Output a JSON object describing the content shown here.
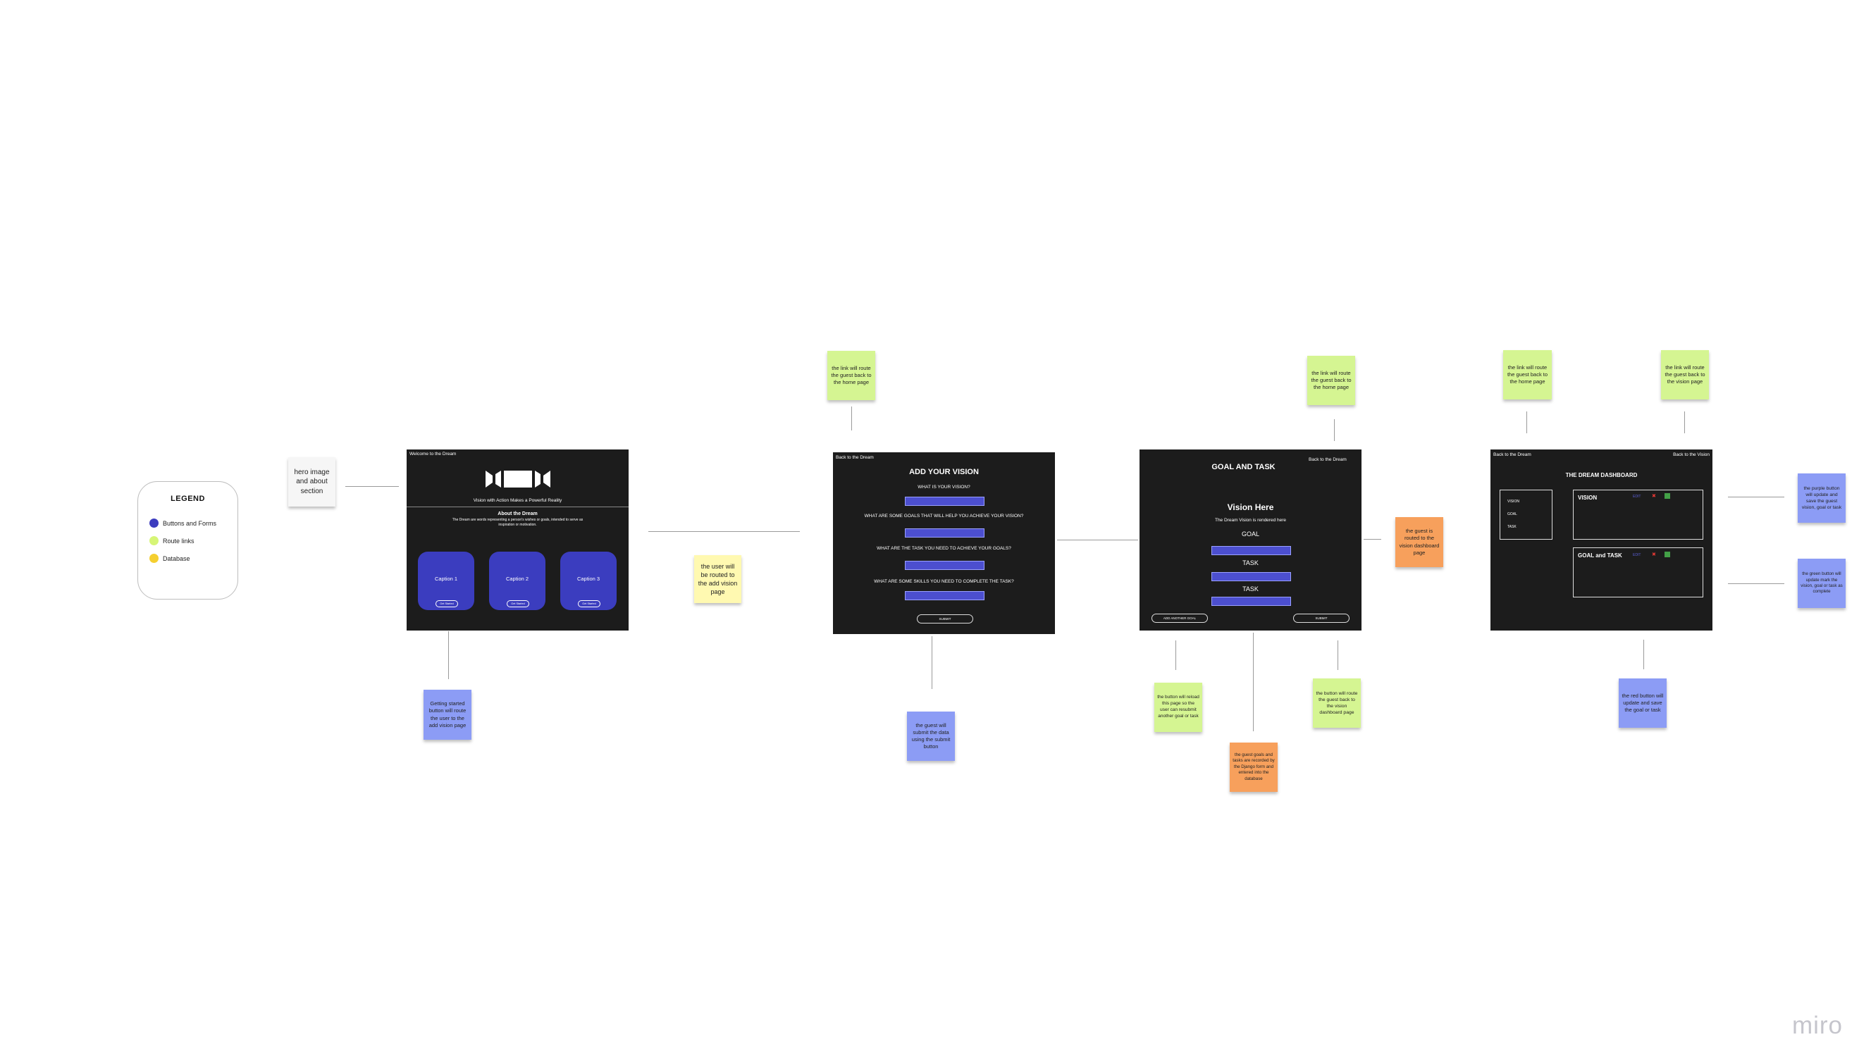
{
  "legend": {
    "title": "LEGEND",
    "items": [
      {
        "label": "Buttons and Forms",
        "color": "#3d3dbf"
      },
      {
        "label": "Route links",
        "color": "#d6f576"
      },
      {
        "label": "Database",
        "color": "#f5cf30"
      }
    ]
  },
  "notes": {
    "hero": "hero image and about section",
    "getting_started": "Getting started button will route the user to the add vision page",
    "routed_add_vision": "the user will be routed to the add vision page",
    "link_home_1": "the link will route the guest back to the home page",
    "submit_data": "the guest will submit the data using the submit button",
    "link_home_2": "the link will route the guest back to the home page",
    "routed_dashboard": "the guest is routed to the vision dashboard page",
    "reload_page": "the button will reload this page so the user can resubmit another goal or task",
    "recorded_db": "the guest goals and tasks are recorded by the Django form and entered into the database",
    "route_dashboard": "the button will route the guest back to the vision dashboard page",
    "link_home_3": "the link will route the guest back to the home page",
    "link_vision": "the link will route the guest back to the vision page",
    "purple_update": "the purple button will update and save the guest vision, goal or task",
    "green_complete": "the green button will update mark the vision, goal or task as complete",
    "red_delete": "the red button will update and save the goal or task"
  },
  "frame1": {
    "nav": "Welcome to the Dream",
    "tagline": "Vision with Action Makes a Powerful Reality",
    "about_title": "About the Dream",
    "about_text": "The Dream are words representing a person's wishes or goals, intended to serve as inspiration or motivation.",
    "cards": [
      {
        "caption": "Caption 1",
        "button": "Get Started"
      },
      {
        "caption": "Caption 2",
        "button": "Get Started"
      },
      {
        "caption": "Caption 3",
        "button": "Get Started"
      }
    ]
  },
  "frame2": {
    "nav": "Back to the Dream",
    "title": "ADD YOUR VISION",
    "q1": "WHAT IS YOUR VISION?",
    "q2": "WHAT ARE SOME GOALS THAT WILL HELP YOU ACHIEVE YOUR VISION?",
    "q3": "WHAT ARE THE TASK YOU NEED TO ACHIEVE YOUR GOALS?",
    "q4": "WHAT ARE SOME SKILLS YOU NEED TO COMPLETE THE TASK?",
    "submit": "SUBMIT"
  },
  "frame3": {
    "nav": "Back to the Dream",
    "title": "GOAL AND TASK",
    "vision": "Vision Here",
    "rendered": "The Dream Vision is rendered here",
    "goal": "GOAL",
    "task1": "TASK",
    "task2": "TASK",
    "add_another": "ADD ANOTHER GOAL",
    "submit": "SUBMIT"
  },
  "frame4": {
    "nav_left": "Back to the Dream",
    "nav_right": "Back to the Vision",
    "title": "THE DREAM DASHBOARD",
    "sidebar": [
      "VISION",
      "GOAL",
      "TASK"
    ],
    "vision_panel": "VISION",
    "goal_panel": "GOAL and TASK",
    "edit": "EDIT"
  },
  "brand": "miro",
  "colors": {
    "frame_bg": "#1c1c1c",
    "accent_blue": "#3b3dbf",
    "sticky_green": "#d5f592",
    "sticky_blue": "#8c9cf5",
    "sticky_orange": "#f7a05c",
    "sticky_yellow": "#fff9b1"
  }
}
